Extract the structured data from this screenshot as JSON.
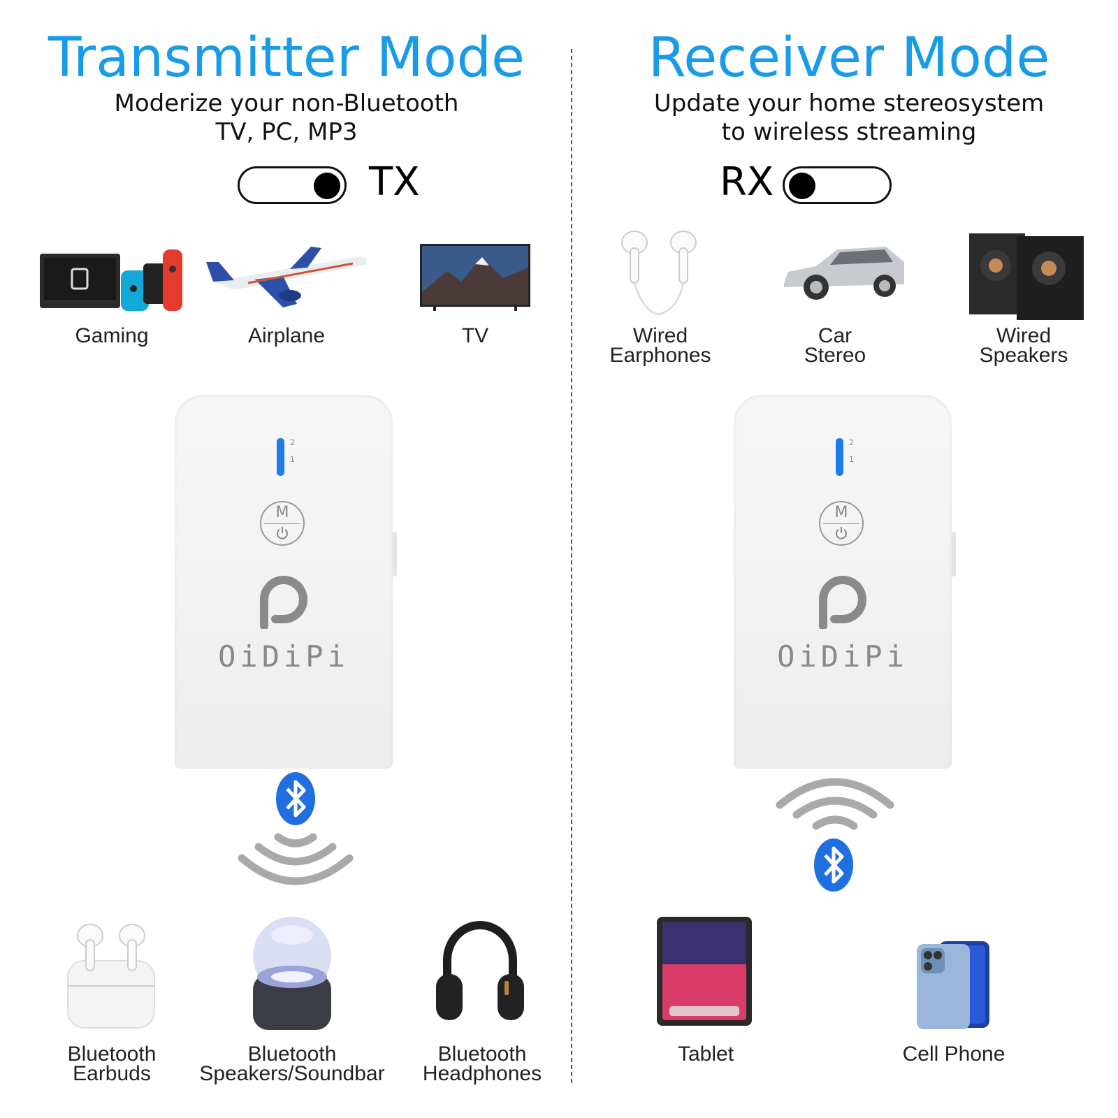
{
  "left": {
    "title": "Transmitter Mode",
    "subtitle_line1": "Moderize your non-Bluetooth",
    "subtitle_line2": "TV, PC, MP3",
    "switch_label": "TX",
    "top_items": [
      {
        "label": "Gaming",
        "icon": "game-console-icon"
      },
      {
        "label": "Airplane",
        "icon": "airplane-icon"
      },
      {
        "label": "TV",
        "icon": "tv-icon"
      }
    ],
    "bottom_items": [
      {
        "line1": "Bluetooth",
        "line2": "Earbuds",
        "icon": "earbuds-icon"
      },
      {
        "line1": "Bluetooth",
        "line2": "Speakers/Soundbar",
        "icon": "speaker-icon"
      },
      {
        "line1": "Bluetooth",
        "line2": "Headphones",
        "icon": "headphones-icon"
      }
    ]
  },
  "right": {
    "title": "Receiver Mode",
    "subtitle_line1": "Update your home stereosystem",
    "subtitle_line2": "to wireless streaming",
    "switch_label": "RX",
    "top_items": [
      {
        "line1": "Wired",
        "line2": "Earphones",
        "icon": "earphones-icon"
      },
      {
        "line1": "Car",
        "line2": "Stereo",
        "icon": "car-icon"
      },
      {
        "line1": "Wired",
        "line2": "Speakers",
        "icon": "speakers-icon"
      }
    ],
    "bottom_items": [
      {
        "label": "Tablet",
        "icon": "tablet-icon"
      },
      {
        "label": "Cell Phone",
        "icon": "phone-icon"
      }
    ]
  },
  "device": {
    "brand": "OiDiPi",
    "button_label": "M"
  },
  "colors": {
    "title": "#1a9be8",
    "bluetooth": "#1f6fe0",
    "wave": "#a9a9a9"
  }
}
